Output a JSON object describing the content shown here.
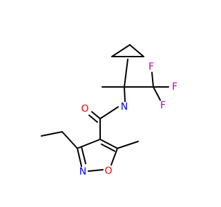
{
  "atoms": {
    "oxygen_carbonyl": {
      "symbol": "O",
      "color": "#FF0000"
    },
    "nitrogen_amide": {
      "symbol": "N",
      "color": "#0000FF"
    },
    "fluorine_top": {
      "symbol": "F",
      "color": "#B300B3"
    },
    "fluorine_right": {
      "symbol": "F",
      "color": "#B300B3"
    },
    "fluorine_bottom": {
      "symbol": "F",
      "color": "#B300B3"
    },
    "nitrogen_ring": {
      "symbol": "N",
      "color": "#0000FF"
    },
    "oxygen_ring": {
      "symbol": "O",
      "color": "#FF0000"
    }
  },
  "bond_color": "#000000"
}
